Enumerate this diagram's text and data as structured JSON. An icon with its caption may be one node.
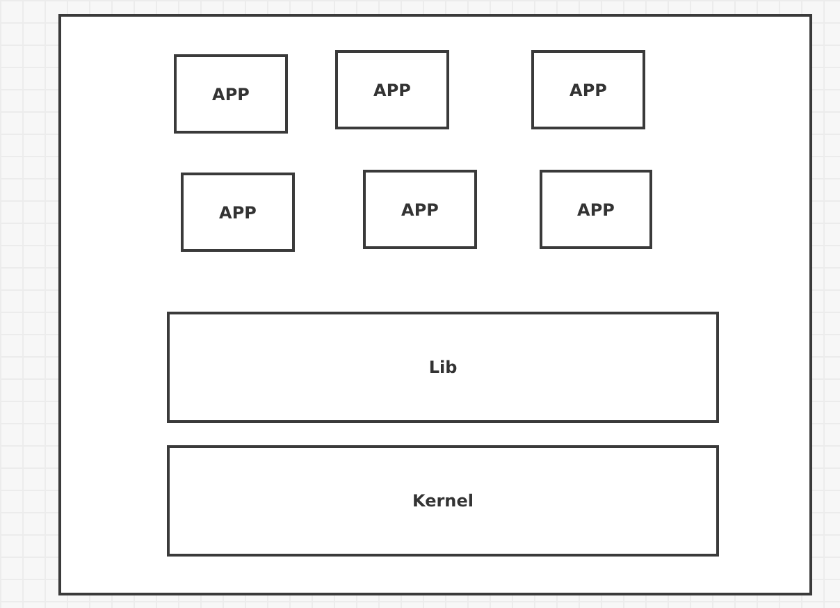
{
  "diagram": {
    "nodes": [
      {
        "text": [],
        "shape": "box"
      },
      {
        "text": [
          "APP"
        ],
        "in": 0
      },
      {
        "text": [
          "APP"
        ],
        "in": 0
      },
      {
        "text": [
          "APP"
        ],
        "in": 0
      },
      {
        "text": [
          "APP"
        ],
        "in": 0
      },
      {
        "text": [
          "APP"
        ],
        "in": 0
      },
      {
        "text": [
          "APP"
        ],
        "in": 0
      },
      {
        "text": [
          "Lib"
        ],
        "in": 0
      },
      {
        "text": [
          "Kernel"
        ],
        "in": 0
      }
    ]
  }
}
